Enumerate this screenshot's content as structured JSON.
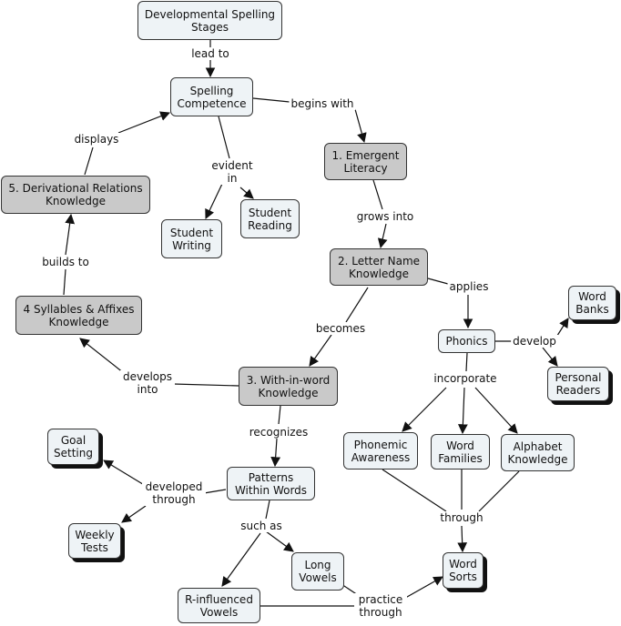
{
  "concepts": {
    "dss": "Developmental Spelling Stages",
    "sc": "Spelling Competence",
    "emergent": "1. Emergent Literacy",
    "letter_name": "2. Letter Name Knowledge",
    "within_word": "3. With-in-word Knowledge",
    "syllables": "4 Syllables & Affixes Knowledge",
    "derivational": "5. Derivational Relations Knowledge",
    "student_writing": "Student Writing",
    "student_reading": "Student Reading",
    "phonics": "Phonics",
    "word_banks": "Word Banks",
    "personal_readers": "Personal Readers",
    "phonemic": "Phonemic Awareness",
    "word_families": "Word Families",
    "alphabet": "Alphabet Knowledge",
    "word_sorts": "Word Sorts",
    "patterns": "Patterns Within Words",
    "goal_setting": "Goal Setting",
    "weekly_tests": "Weekly Tests",
    "r_vowels": "R-influenced Vowels",
    "long_vowels": "Long Vowels"
  },
  "links": {
    "lead_to": "lead to",
    "begins_with": "begins with",
    "displays": "displays",
    "evident_in": "evident in",
    "grows_into": "grows into",
    "builds_to": "builds to",
    "applies": "applies",
    "becomes": "becomes",
    "develop": "develop",
    "develops_into": "develops into",
    "incorporate": "incorporate",
    "recognizes": "recognizes",
    "developed_through": "developed through",
    "through": "through",
    "such_as": "such as",
    "practice_through": "practice through"
  }
}
